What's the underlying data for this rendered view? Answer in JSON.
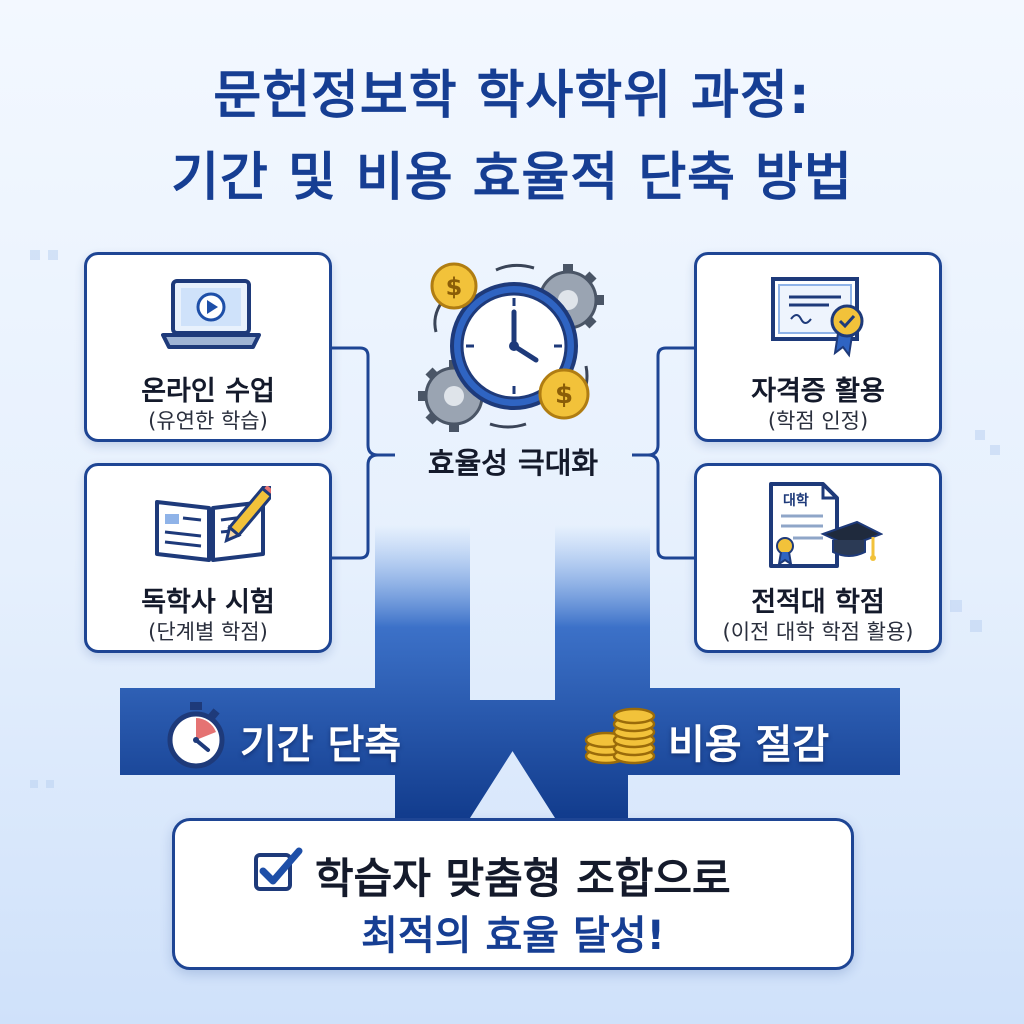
{
  "title": {
    "line1": "문헌정보학 학사학위 과정:",
    "line2": "기간 및 비용 효율적 단축 방법"
  },
  "center": {
    "label": "효율성 극대화",
    "icon": "clock-gears-coins-icon"
  },
  "methods": [
    {
      "title": "온라인 수업",
      "subtitle": "(유연한 학습)",
      "icon": "laptop-play-icon"
    },
    {
      "title": "독학사 시험",
      "subtitle": "(단계별 학점)",
      "icon": "open-book-pencil-icon"
    },
    {
      "title": "자격증 활용",
      "subtitle": "(학점 인정)",
      "icon": "certificate-medal-icon"
    },
    {
      "title": "전적대 학점",
      "subtitle": "(이전 대학 학점 활용)",
      "icon": "transcript-graduation-cap-icon",
      "doc_label": "대학"
    }
  ],
  "benefits": [
    {
      "label": "기간 단축",
      "icon": "stopwatch-icon"
    },
    {
      "label": "비용 절감",
      "icon": "coin-stack-icon"
    }
  ],
  "result": {
    "line1": "학습자 맞춤형 조합으로",
    "line2": "최적의 효율 달성!",
    "icon": "checkbox-check-icon"
  },
  "colors": {
    "navy": "#163e93",
    "card_border": "#1e4594",
    "arrow_blue": "#1d4fa3",
    "gold": "#f2c23a"
  }
}
